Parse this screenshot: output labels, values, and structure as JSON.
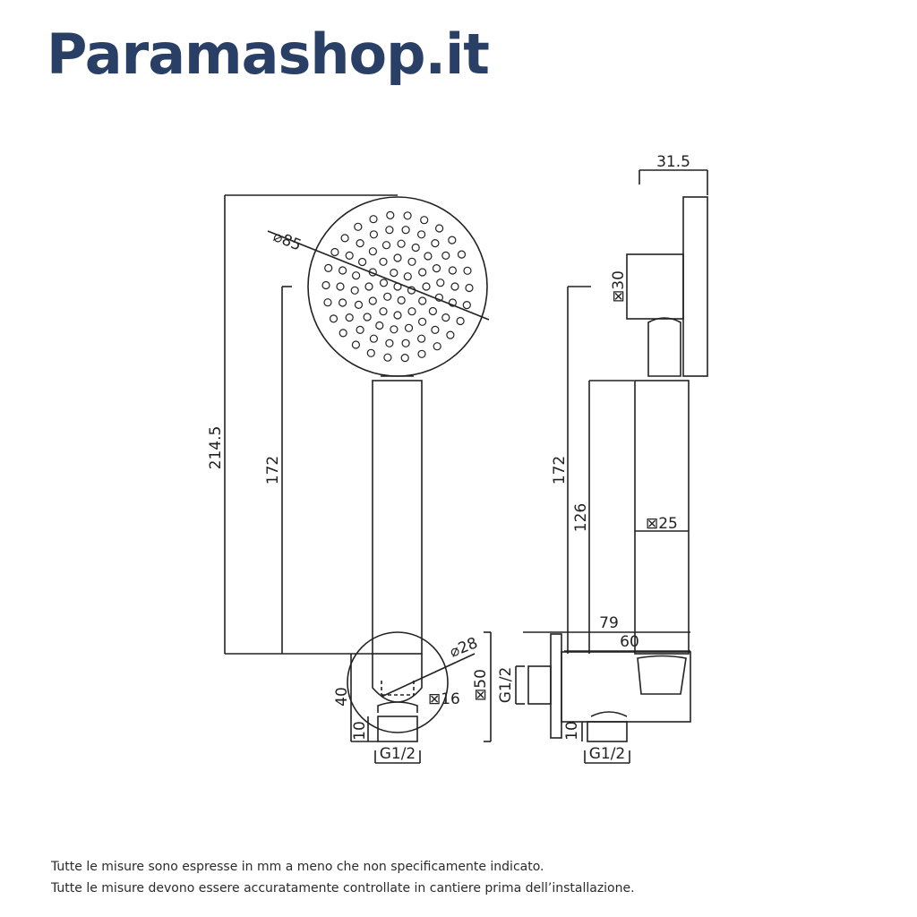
{
  "brand": {
    "name": "Paramashop.it",
    "color": "#2a3f66"
  },
  "drawing": {
    "front_view": {
      "head_diameter": "⌀85",
      "overall_height": "214.5",
      "handle_length": "172",
      "holder_height": "40",
      "nut_height": "10",
      "holder_diameter": "⌀28",
      "socket_size": "⊠16",
      "connection": "G1/2"
    },
    "side_view": {
      "head_thickness": "31.5",
      "neck_size": "⊠30",
      "handle_length": "172",
      "handle_lower_length": "126",
      "handle_size": "⊠25",
      "holder_depth": "79",
      "holder_inner_depth": "60",
      "wall_plate_size": "⊠50",
      "wall_connection": "G1/2",
      "nut_height": "10",
      "connection": "G1/2"
    }
  },
  "notes": [
    "Tutte le misure sono espresse in mm a meno che non specificamente indicato.",
    "Tutte le misure devono essere accuratamente controllate in cantiere prima dell’installazione."
  ]
}
